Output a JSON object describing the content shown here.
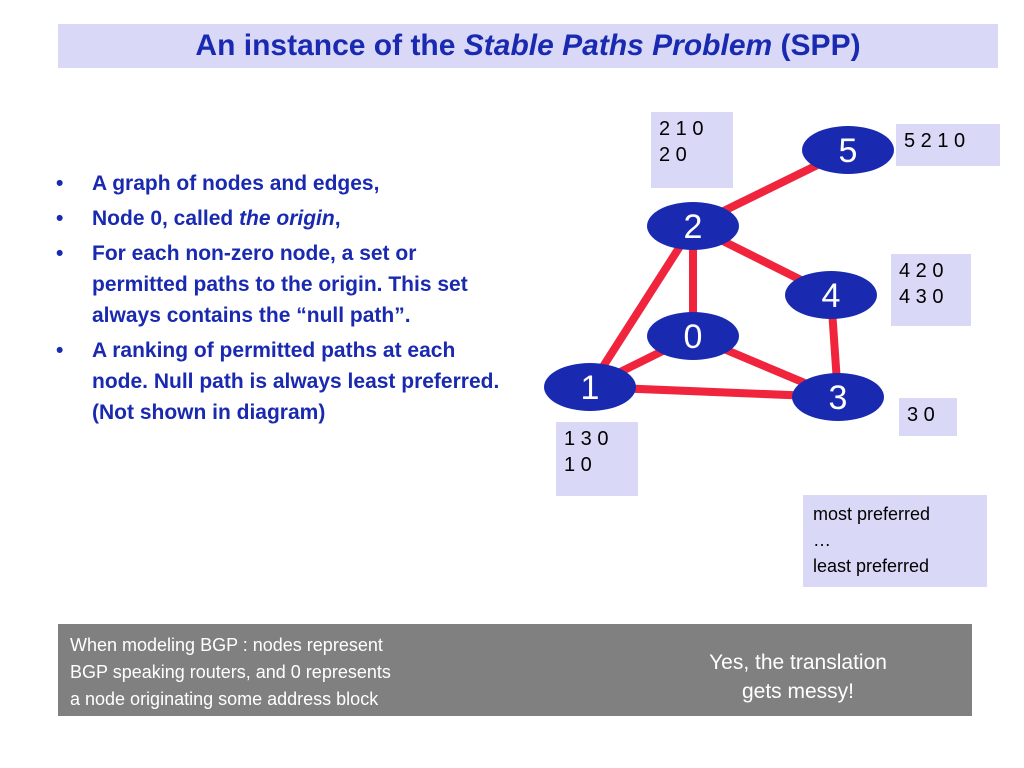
{
  "title": {
    "prefix": "An instance of the ",
    "italic": "Stable Paths Problem",
    "suffix": " (SPP)"
  },
  "bullets": [
    {
      "text": "A graph of nodes and edges,"
    },
    {
      "text_before": "Node 0, called ",
      "italic": "the origin",
      "text_after": ","
    },
    {
      "text": "For each non-zero node, a set or permitted paths to the origin.  This set always contains the “null path”."
    },
    {
      "text": "A ranking of permitted paths at each node. Null path is always least preferred. (Not shown in diagram)"
    }
  ],
  "bullet_symbol": "•",
  "graph": {
    "nodes": [
      "0",
      "1",
      "2",
      "3",
      "4",
      "5"
    ],
    "edges": [
      [
        "2",
        "5"
      ],
      [
        "2",
        "0"
      ],
      [
        "2",
        "1"
      ],
      [
        "2",
        "4"
      ],
      [
        "4",
        "3"
      ],
      [
        "0",
        "1"
      ],
      [
        "0",
        "3"
      ],
      [
        "1",
        "3"
      ]
    ],
    "node_color": "#1a2ab0",
    "edge_color": "#f0243c"
  },
  "path_boxes": {
    "node2": [
      "2 1 0",
      "2 0"
    ],
    "node5": [
      "5 2 1 0"
    ],
    "node4": [
      "4 2 0",
      "4 3 0"
    ],
    "node3": [
      "3 0"
    ],
    "node1": [
      "1 3 0",
      "1 0"
    ]
  },
  "legend": {
    "most": "most preferred",
    "ellipsis": "…",
    "least": "least preferred"
  },
  "footer": {
    "left_line1": "When modeling BGP : nodes represent",
    "left_line2": "BGP speaking routers, and 0 represents",
    "left_line3": "a node originating some address block",
    "right_line1": "Yes, the translation",
    "right_line2": "gets messy!"
  },
  "colors": {
    "title_text": "#1a2ab0",
    "title_bg": "#d9d9f7",
    "box_bg": "#d9d9f7",
    "footer_bg": "#808080"
  }
}
